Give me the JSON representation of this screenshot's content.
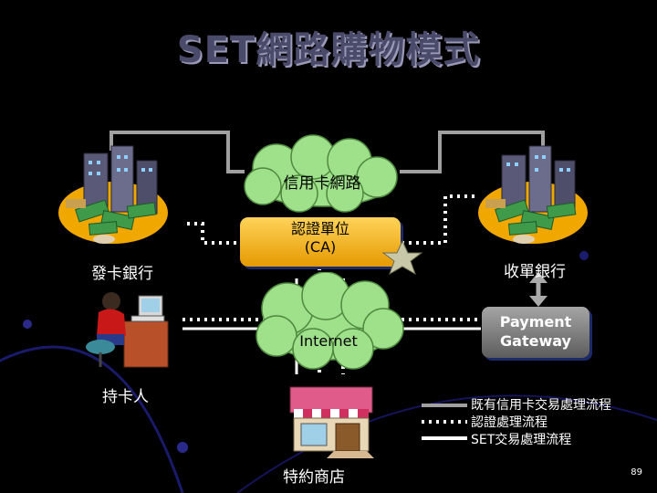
{
  "title": "SET網路購物模式",
  "nodes": {
    "credit_network": "信用卡網路",
    "ca_line1": "認證單位",
    "ca_line2": "(CA)",
    "issuer_bank": "發卡銀行",
    "acquirer_bank": "收單銀行",
    "internet": "Internet",
    "payment_gateway_line1": "Payment",
    "payment_gateway_line2": "Gateway",
    "cardholder": "持卡人",
    "merchant": "特約商店"
  },
  "legend": [
    {
      "label": "既有信用卡交易處理流程",
      "style": "solid-gray"
    },
    {
      "label": "認證處理流程",
      "style": "dotted-white"
    },
    {
      "label": "SET交易處理流程",
      "style": "solid-white"
    }
  ],
  "page_number": "89",
  "colors": {
    "background": "#000000",
    "cloud": "#9fe08a",
    "ca_box": "#f5b10a",
    "gateway_box": "#8a8a8a",
    "title": "#4a4a6a"
  },
  "icons": [
    "bank-building-icon",
    "money-stack-icon",
    "person-at-computer-icon",
    "storefront-icon",
    "star-icon"
  ]
}
